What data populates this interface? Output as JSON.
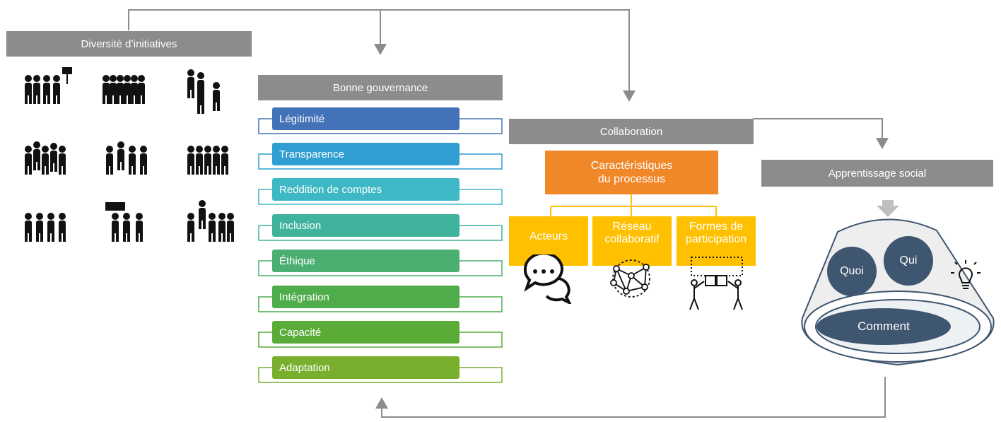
{
  "diversite": {
    "title": "Diversité d’initiatives"
  },
  "gouvernance": {
    "title": "Bonne gouvernance",
    "items": [
      {
        "label": "Légitimité",
        "color": "#4472b8"
      },
      {
        "label": "Transparence",
        "color": "#2e9fd0"
      },
      {
        "label": "Reddition de comptes",
        "color": "#3db8c4"
      },
      {
        "label": "Inclusion",
        "color": "#3fb39c"
      },
      {
        "label": "Éthique",
        "color": "#4caf72"
      },
      {
        "label": "Intégration",
        "color": "#4fac4a"
      },
      {
        "label": "Capacité",
        "color": "#5aab38"
      },
      {
        "label": "Adaptation",
        "color": "#78b02e"
      }
    ]
  },
  "collaboration": {
    "title": "Collaboration",
    "process": "Caractéristiques du processus",
    "cards": [
      {
        "label": "Acteurs",
        "icon": "speech-bubbles-icon"
      },
      {
        "label": "Réseau collaboratif",
        "icon": "network-globe-icon"
      },
      {
        "label": "Formes de participation",
        "icon": "puzzle-people-icon"
      }
    ]
  },
  "apprentissage": {
    "title": "Apprentissage social",
    "quoi": "Quoi",
    "qui": "Qui",
    "comment": "Comment"
  },
  "colors": {
    "header_gray": "#8c8c8c",
    "orange": "#f0882a",
    "yellow": "#ffc000",
    "navy": "#3f5670"
  }
}
